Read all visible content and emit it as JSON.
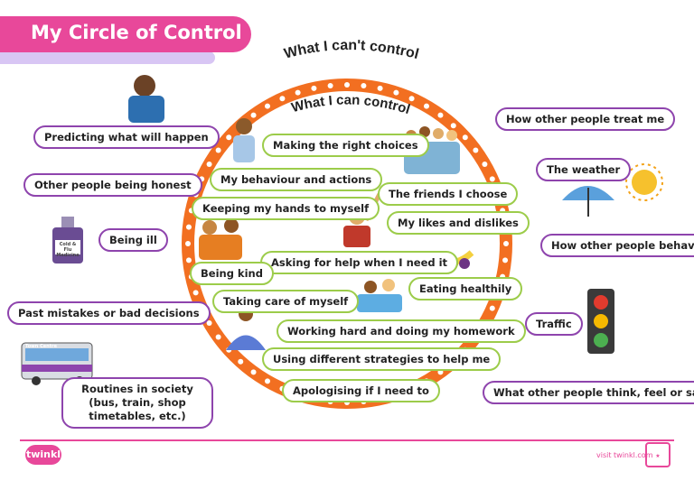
{
  "header": {
    "title": "My Circle of Control"
  },
  "outer_title": "What I can't control",
  "inner_title": "What I can control",
  "cant_control": [
    "Predicting what will happen",
    "Other people being honest",
    "Being ill",
    "Past mistakes or bad decisions",
    "Routines in society (bus, train, shop timetables, etc.)",
    "How other people treat me",
    "The weather",
    "How other people behave",
    "Traffic",
    "What other people think, feel or say"
  ],
  "can_control": [
    "Making the right choices",
    "My behaviour and actions",
    "The friends I choose",
    "Keeping my hands to myself",
    "My likes and dislikes",
    "Asking for help when I need it",
    "Being kind",
    "Eating healthily",
    "Taking care of myself",
    "Working hard and doing my homework",
    "Using different strategies to help me",
    "Apologising if I need to"
  ],
  "images": {
    "medicine_label": "Cold & Flu Medicine",
    "bus_sign": "Town Centre"
  },
  "footer": {
    "logo": "twinkl",
    "url": "visit twinkl.com"
  },
  "colors": {
    "accent": "#e8489a",
    "ring": "#f26f21",
    "outer_border": "#8e44ad",
    "inner_border": "#9ccc4a"
  }
}
